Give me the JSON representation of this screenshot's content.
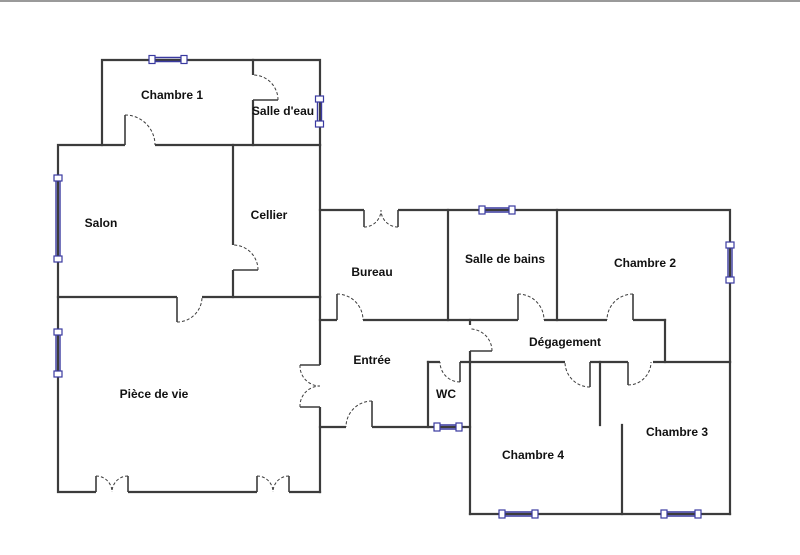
{
  "plan": {
    "rooms": [
      {
        "id": "chambre-1",
        "label": "Chambre 1"
      },
      {
        "id": "salle-d-eau",
        "label": "Salle d'eau"
      },
      {
        "id": "salon",
        "label": "Salon"
      },
      {
        "id": "cellier",
        "label": "Cellier"
      },
      {
        "id": "piece-de-vie",
        "label": "Pièce de vie"
      },
      {
        "id": "bureau",
        "label": "Bureau"
      },
      {
        "id": "salle-de-bains",
        "label": "Salle de bains"
      },
      {
        "id": "chambre-2",
        "label": "Chambre 2"
      },
      {
        "id": "entree",
        "label": "Entrée"
      },
      {
        "id": "degagement",
        "label": "Dégagement"
      },
      {
        "id": "wc",
        "label": "WC"
      },
      {
        "id": "chambre-4",
        "label": "Chambre 4"
      },
      {
        "id": "chambre-3",
        "label": "Chambre 3"
      }
    ]
  }
}
